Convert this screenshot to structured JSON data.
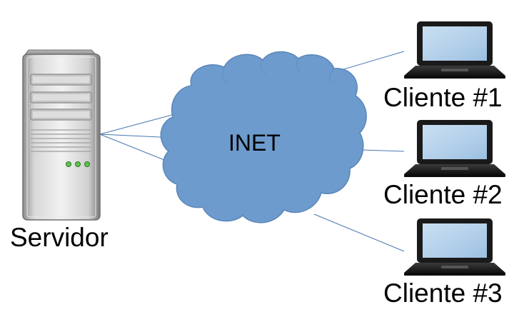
{
  "nodes": {
    "server": {
      "label": "Servidor",
      "icon": "server-tower-icon"
    },
    "network": {
      "label": "INET",
      "icon": "cloud-icon",
      "color": "#6d9bcd"
    },
    "clients": [
      {
        "label": "Cliente #1",
        "icon": "laptop-icon"
      },
      {
        "label": "Cliente #2",
        "icon": "laptop-icon"
      },
      {
        "label": "Cliente #3",
        "icon": "laptop-icon"
      }
    ]
  },
  "edges": [
    {
      "from": "Servidor",
      "to": "INET"
    },
    {
      "from": "INET",
      "to": "Cliente #1"
    },
    {
      "from": "INET",
      "to": "Cliente #2"
    },
    {
      "from": "INET",
      "to": "Cliente #3"
    }
  ],
  "colors": {
    "line": "#4a78b0",
    "cloud": "#6d9bcd",
    "cloud_stroke": "#5a86b8"
  }
}
